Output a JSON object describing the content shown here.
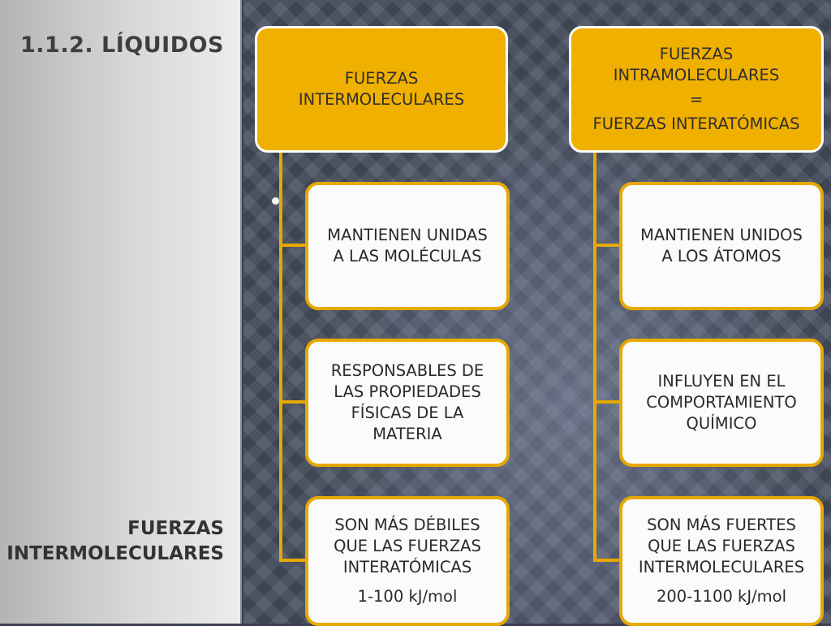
{
  "slide": {
    "title": "1.1.2. LÍQUIDOS",
    "section_title_lines": [
      "FUERZAS",
      "INTERMOLECULARES"
    ]
  },
  "colors": {
    "accent": "#f0b000",
    "box_border": "#e7a800",
    "box_fill": "#fbfbfb"
  },
  "diagram": {
    "left": {
      "header": [
        "FUERZAS",
        "INTERMOLECULARES"
      ],
      "items": [
        {
          "lines": [
            "MANTIENEN UNIDAS",
            "A LAS MOLÉCULAS"
          ]
        },
        {
          "lines": [
            "RESPONSABLES DE",
            "LAS PROPIEDADES",
            "FÍSICAS DE LA",
            "MATERIA"
          ]
        },
        {
          "lines": [
            "SON MÁS DÉBILES",
            "QUE LAS FUERZAS",
            "INTERATÓMICAS"
          ],
          "value": "1-100 kJ/mol"
        }
      ]
    },
    "right": {
      "header": [
        "FUERZAS",
        "INTRAMOLECULARES",
        "=",
        "FUERZAS INTERATÓMICAS"
      ],
      "items": [
        {
          "lines": [
            "MANTIENEN UNIDOS",
            "A LOS ÁTOMOS"
          ]
        },
        {
          "lines": [
            "INFLUYEN EN EL",
            "COMPORTAMIENTO",
            "QUÍMICO"
          ]
        },
        {
          "lines": [
            "SON MÁS FUERTES",
            "QUE LAS FUERZAS",
            "INTERMOLECULARES"
          ],
          "value": "200-1100 kJ/mol"
        }
      ]
    }
  }
}
